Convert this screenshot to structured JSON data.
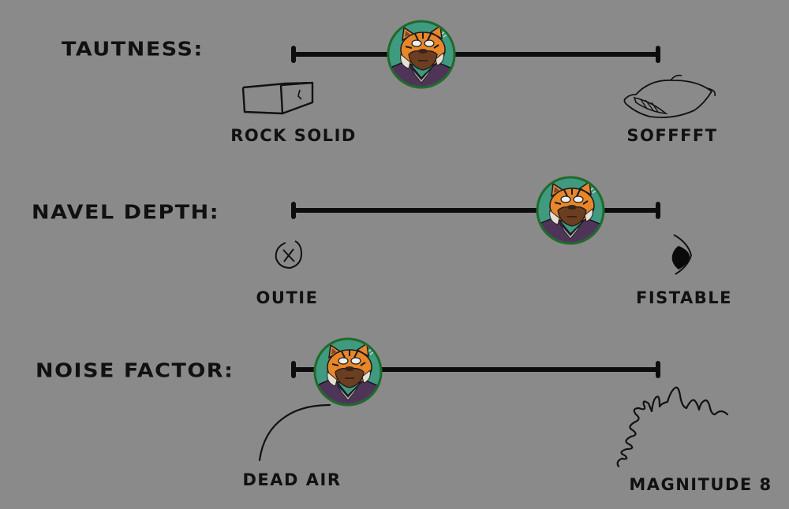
{
  "colors": {
    "background": "#8a8a8a",
    "ink": "#111111",
    "marker_bg": "#3f9a80",
    "marker_ring": "#1f6b2a",
    "fur_orange": "#e8862a",
    "beard_brown": "#6b3e22",
    "jacket_purple": "#4e3558"
  },
  "scales": [
    {
      "id": "tautness",
      "label": "TAUTNESS:",
      "left_label": "ROCK SOLID",
      "right_label": "SOFFFFT",
      "left_icon": "brick-icon",
      "right_icon": "pillow-icon",
      "marker_icon": "tiger-avatar-icon",
      "value_fraction": 0.35
    },
    {
      "id": "navel-depth",
      "label": "NAVEL DEPTH:",
      "left_label": "OUTIE",
      "right_label": "FISTABLE",
      "left_icon": "outie-navel-icon",
      "right_icon": "deep-navel-icon",
      "marker_icon": "tiger-avatar-icon",
      "value_fraction": 0.76
    },
    {
      "id": "noise-factor",
      "label": "NOISE FACTOR:",
      "left_label": "DEAD AIR",
      "right_label": "MAGNITUDE 8",
      "left_icon": "flat-line-icon",
      "right_icon": "seismic-wave-icon",
      "marker_icon": "tiger-avatar-icon",
      "value_fraction": 0.15
    }
  ]
}
